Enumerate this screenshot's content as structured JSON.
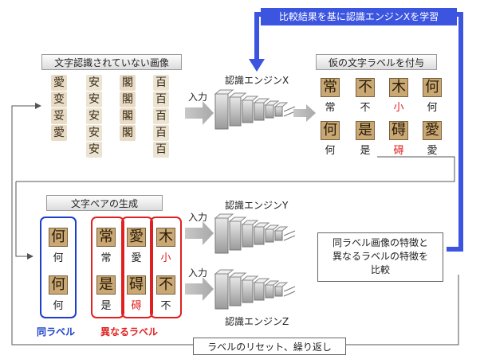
{
  "loop_title": "比較結果を基に認識エンジンXを学習",
  "unrecognized": {
    "title": "文字認識されていない画像",
    "columns": [
      [
        "愛",
        "变",
        "妥",
        "愛"
      ],
      [
        "安",
        "安",
        "安",
        "安",
        "安"
      ],
      [
        "閣",
        "閣",
        "閣",
        "閣"
      ],
      [
        "百",
        "百",
        "百",
        "百",
        "百"
      ]
    ]
  },
  "input_label": "入力",
  "engine_x": "認識エンジンX",
  "engine_y": "認識エンジンY",
  "engine_z": "認識エンジンZ",
  "provisional": {
    "title": "仮の文字ラベルを付与",
    "row1": [
      {
        "glyph": "常",
        "label": "常",
        "wrong": false
      },
      {
        "glyph": "不",
        "label": "不",
        "wrong": false
      },
      {
        "glyph": "木",
        "label": "小",
        "wrong": true
      },
      {
        "glyph": "何",
        "label": "何",
        "wrong": false
      }
    ],
    "row2": [
      {
        "glyph": "何",
        "label": "何",
        "wrong": false
      },
      {
        "glyph": "是",
        "label": "是",
        "wrong": false
      },
      {
        "glyph": "碍",
        "label": "碍",
        "wrong": true
      },
      {
        "glyph": "愛",
        "label": "愛",
        "wrong": false
      }
    ]
  },
  "pairs": {
    "title": "文字ペアの生成",
    "same_label": "同ラベル",
    "diff_label": "異なるラベル",
    "same": [
      {
        "glyph": "何",
        "label": "何",
        "wrong": false
      },
      {
        "glyph": "何",
        "label": "何",
        "wrong": false
      }
    ],
    "diff": [
      [
        {
          "glyph": "常",
          "label": "常",
          "wrong": false
        },
        {
          "glyph": "是",
          "label": "是",
          "wrong": false
        }
      ],
      [
        {
          "glyph": "愛",
          "label": "愛",
          "wrong": false
        },
        {
          "glyph": "碍",
          "label": "碍",
          "wrong": true
        }
      ],
      [
        {
          "glyph": "木",
          "label": "小",
          "wrong": true
        },
        {
          "glyph": "不",
          "label": "不",
          "wrong": false
        }
      ]
    ]
  },
  "compare_lines": [
    "同ラベル画像の特徴と",
    "異なるラベルの特徴を",
    "比較"
  ],
  "reset_label": "ラベルのリセット、繰り返し",
  "colors": {
    "loop": "#3c55e0",
    "same_border": "#1a3fc8",
    "diff_border": "#e02020"
  }
}
